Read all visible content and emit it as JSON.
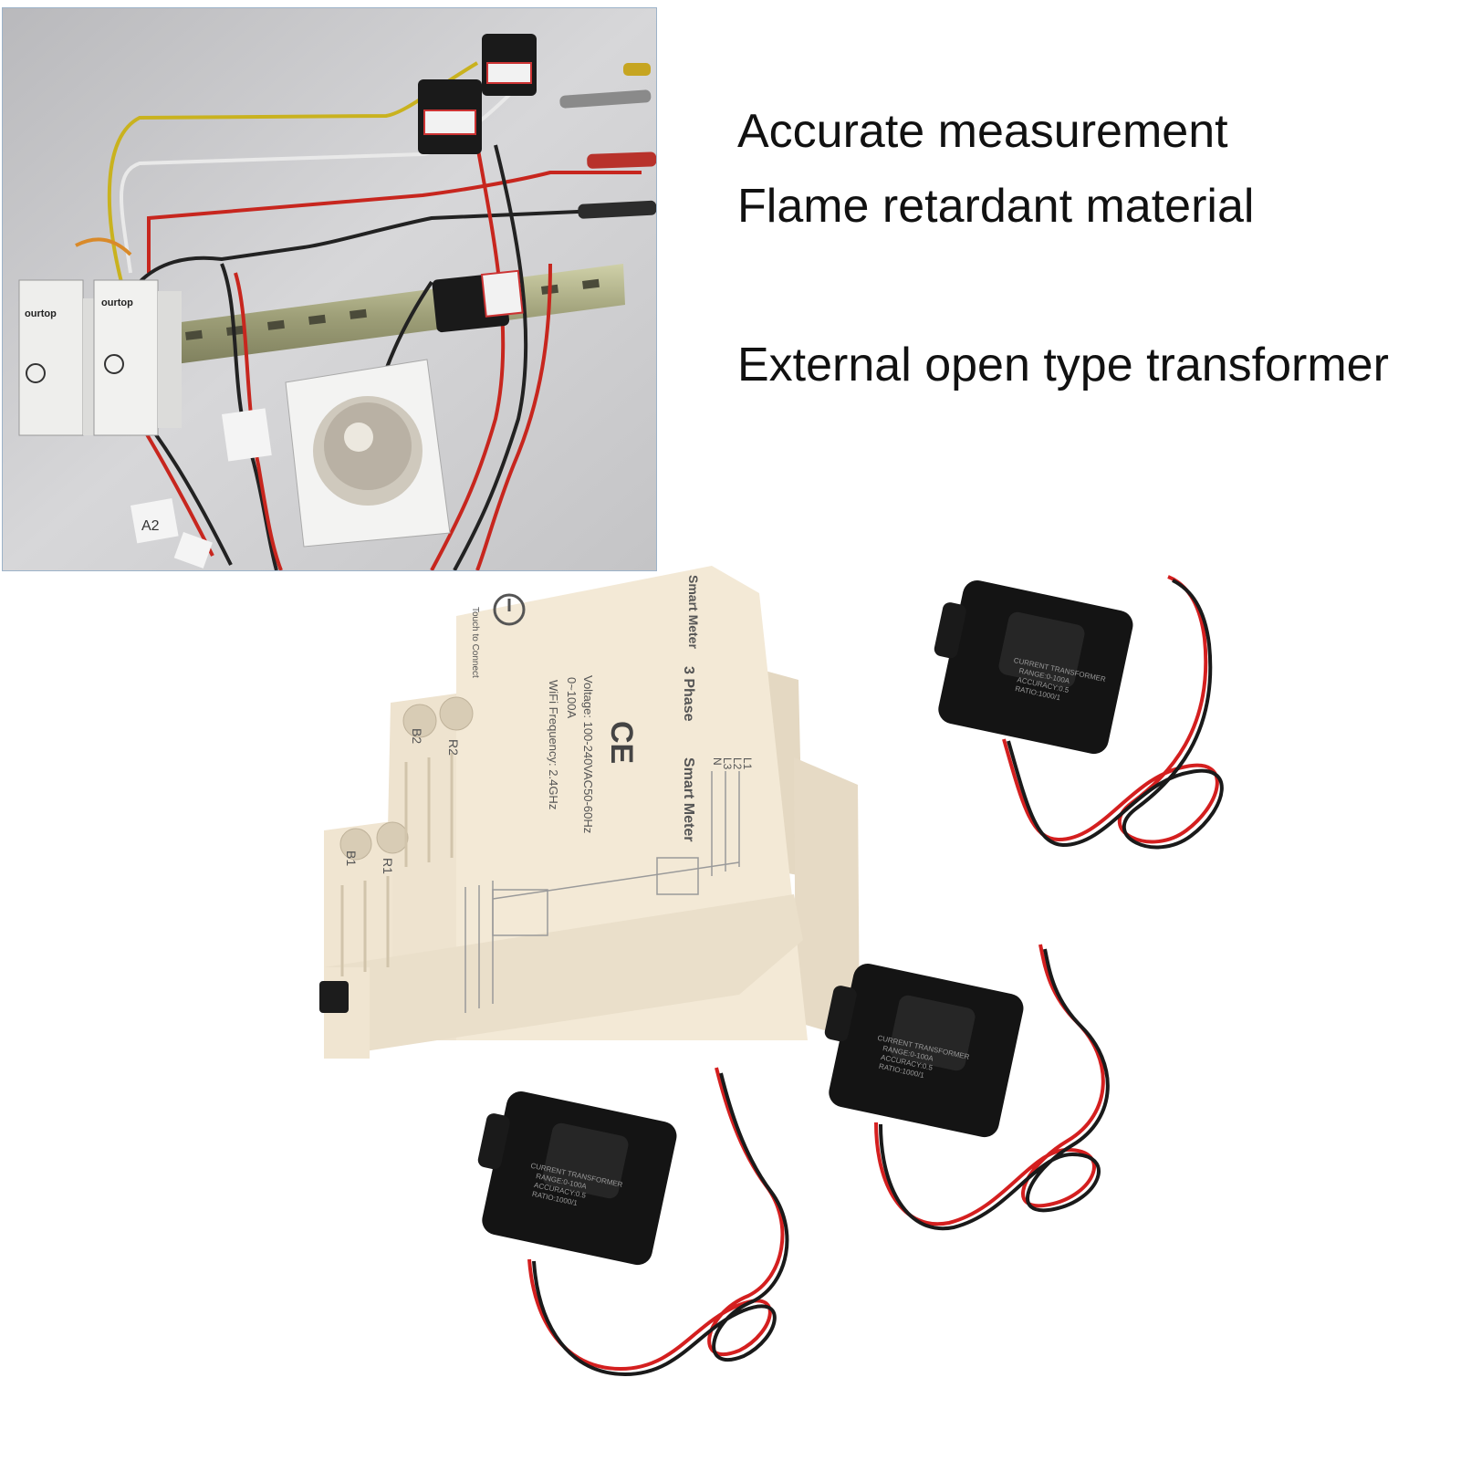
{
  "features": [
    "Accurate measurement",
    "Flame retardant material",
    "External open type transformer"
  ],
  "photo": {
    "brand_1": "ourtop",
    "brand_2": "ourtop",
    "tag_label": "A2"
  },
  "meter": {
    "brand_label": "Smart Meter",
    "phase_label": "3 Phase",
    "smart_meter_label": "Smart Meter",
    "ce_mark": "CE",
    "voltage": "Voltage: 100-240VAC50-60Hz",
    "current_range": "0~100A",
    "wifi": "WiFi Frequency: 2.4GHz",
    "terminals": [
      "L1",
      "L2",
      "L3",
      "N"
    ],
    "ct_terminals_top": [
      "B2",
      "R2"
    ],
    "ct_terminals_bottom": [
      "B1",
      "R1"
    ],
    "touch_label": "Touch to Connect"
  },
  "transformer": {
    "line_1": "CURRENT TRANSFORMER",
    "line_2": "RANGE:0-100A",
    "line_3": "ACCURACY:0.5",
    "line_4": "RATIO:1000/1"
  },
  "colors": {
    "meter_body": "#f1e6d2",
    "ct_body": "#151515",
    "wire_red": "#d41f1f",
    "wire_black": "#1a1a1a"
  }
}
